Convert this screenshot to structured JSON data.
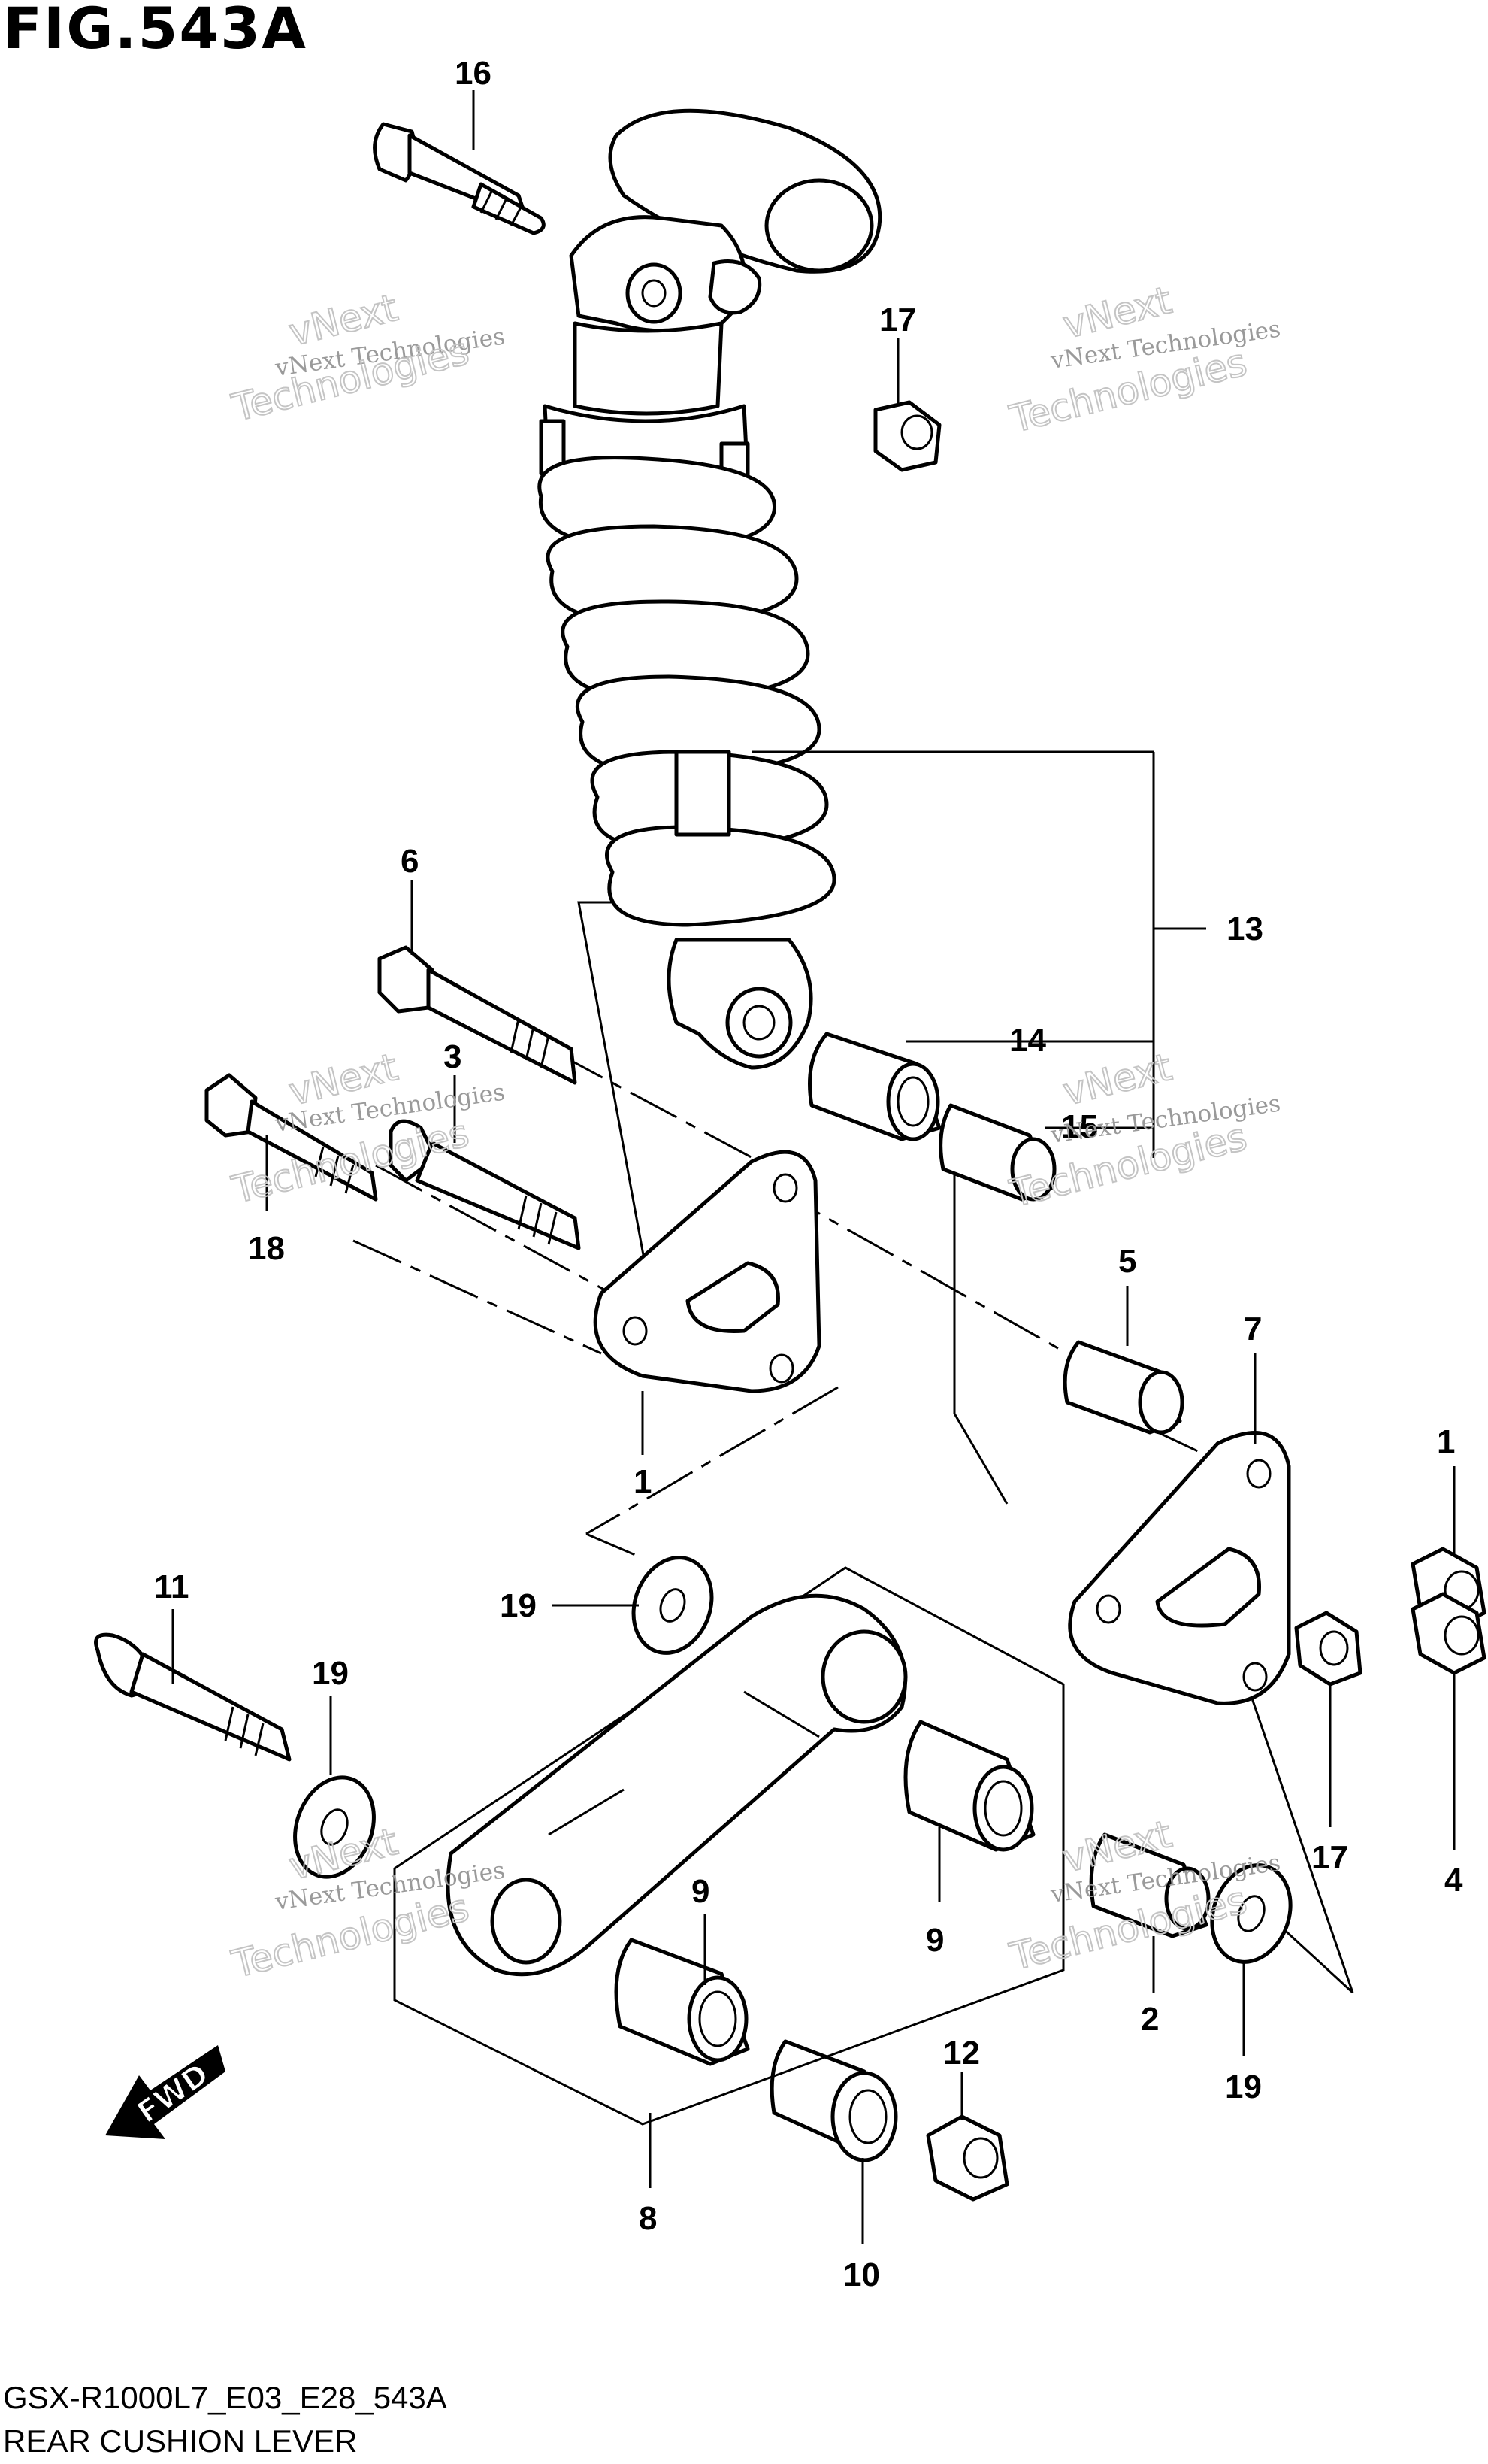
{
  "figure": {
    "title": "FIG.543A",
    "model_code": "GSX-R1000L7_E03_E28_543A",
    "name": "REAR CUSHION LEVER"
  },
  "watermark": {
    "line1": "vNext Technologies",
    "line2a": "vNext",
    "line2b": "Technologies"
  },
  "fwd_label": "FWD",
  "callouts": [
    "16",
    "17",
    "13",
    "14",
    "15",
    "6",
    "3",
    "18",
    "5",
    "1",
    "7",
    "1",
    "11",
    "19",
    "19",
    "17",
    "4",
    "9",
    "9",
    "2",
    "19",
    "12",
    "8",
    "10"
  ]
}
